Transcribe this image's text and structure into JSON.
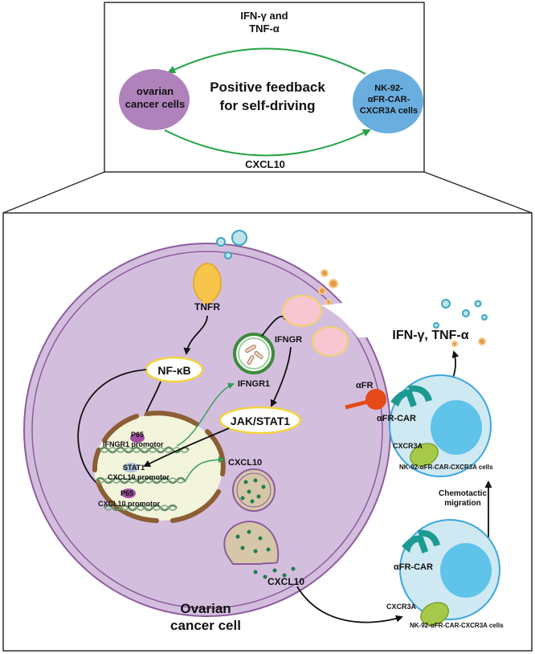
{
  "top_panel": {
    "left_node": [
      "ovarian",
      "cancer cells"
    ],
    "center_title": [
      "Positive feedback",
      "for self-driving"
    ],
    "right_node": [
      "NK-92-",
      "αFR-CAR-",
      "CXCR3A cells"
    ],
    "top_arrow_label": [
      "IFN-γ and",
      "TNF-α"
    ],
    "bottom_arrow_label": "CXCL10"
  },
  "cell": {
    "tnfr": "TNFR",
    "nfkb": "NF-κB",
    "ifngr": "IFNGR",
    "ifngr1": "IFNGR1",
    "jak_stat1": "JAK/STAT1",
    "p65_a": "P65",
    "ifngr1_promotor": "IFNGR1 promotor",
    "stat1": "STAT1",
    "cxcl10_promotor_a": "CXCL10 promotor",
    "p65_b": "P65",
    "cxcl10_promotor_b": "CXCL10 promotor",
    "cxcl10_vesicle": "CXCL10",
    "cxcl10_secreted": "CXCL10",
    "ovarian_label": [
      "Ovarian",
      "cancer cell"
    ]
  },
  "nk": {
    "cytokines": "IFN-γ, TNF-α",
    "afr": "αFR",
    "afr_car_top": "αFR-CAR",
    "cxcr3a_top": "CXCR3A",
    "nk_cell_top": "NK-92-αFR-CAR-CXCR3A cells",
    "migration": [
      "Chemotactic",
      "migration"
    ],
    "afr_car_bottom": "αFR-CAR",
    "cxcr3a_bottom": "CXCR3A",
    "nk_cell_bottom": "NK-92-αFR-CAR-CXCR3A cells"
  },
  "colors": {
    "ovarian_purple": "#b082bc",
    "nk_blue": "#6aaee0",
    "feedback_green": "#27a347",
    "cell_lilac": "#d4bede",
    "nk_light": "#cfe9f3",
    "nucleus": "#f3f4dc"
  }
}
